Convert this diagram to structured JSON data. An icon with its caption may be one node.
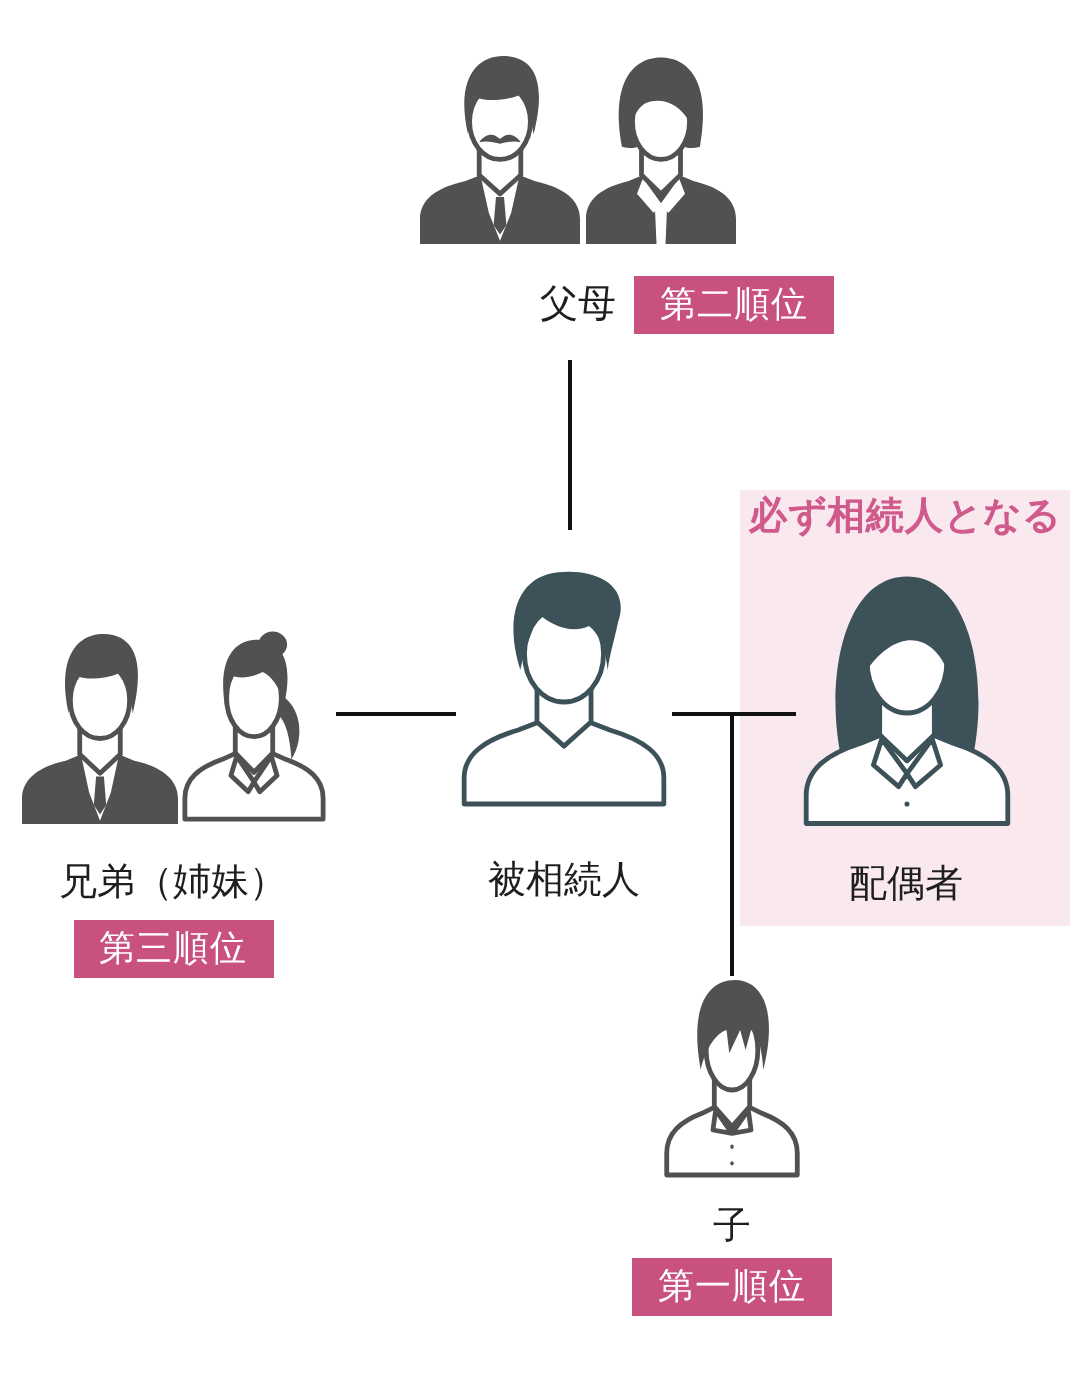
{
  "diagram": {
    "nodes": [
      {
        "text": [
          "父母",
          "第二順位"
        ]
      },
      {
        "text": [
          "必ず相続人となる"
        ]
      },
      {
        "text": [
          "兄弟（姉妹）",
          "第三順位"
        ]
      },
      {
        "text": [
          "被相続人"
        ]
      },
      {
        "text": [
          "配偶者"
        ],
        "in": 1
      },
      {
        "text": [
          "子",
          "第一順位"
        ]
      }
    ],
    "edges": [
      {
        "from": 0,
        "to": 3,
        "arrow": "none"
      },
      {
        "from": 2,
        "to": 3,
        "arrow": "none"
      },
      {
        "from": 3,
        "to": 4,
        "arrow": "none"
      },
      {
        "from": 3,
        "to": 5,
        "arrow": "none"
      }
    ]
  }
}
